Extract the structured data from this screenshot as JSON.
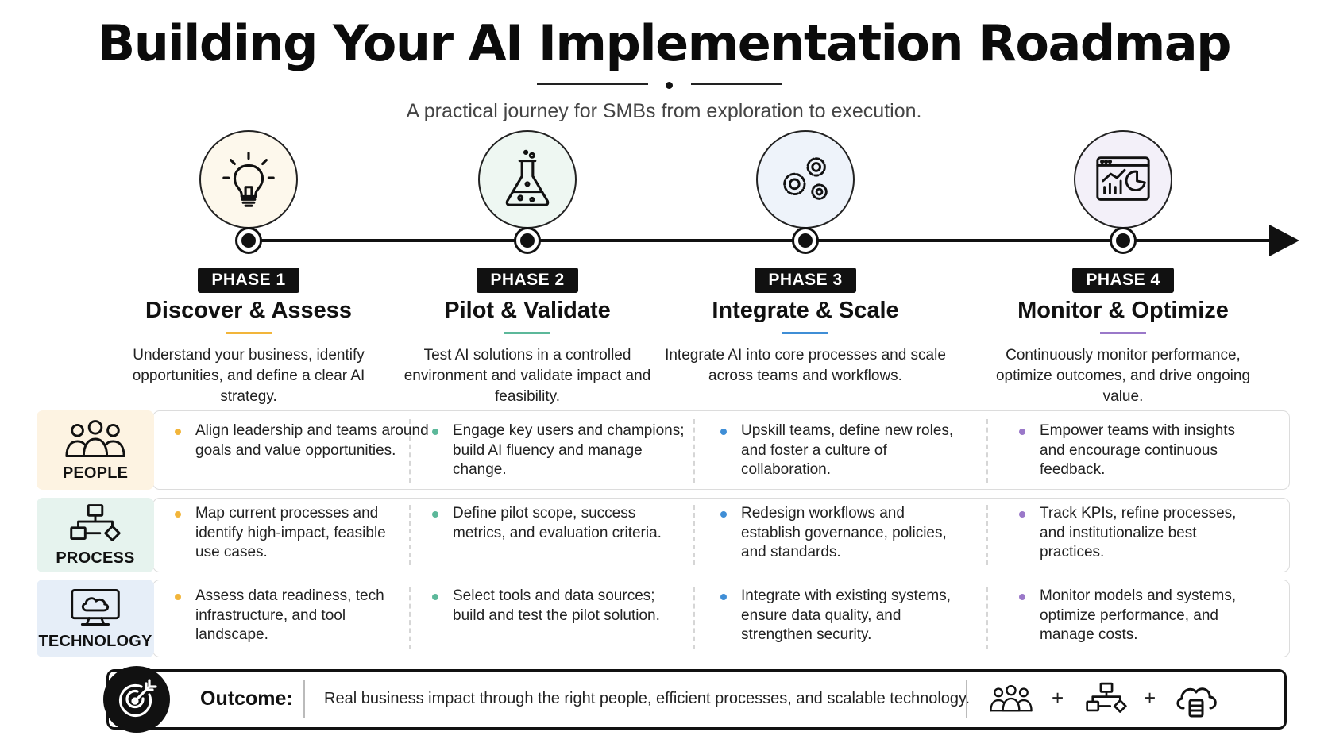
{
  "title": "Building Your AI Implementation Roadmap",
  "subtitle": "A practical journey for SMBs from exploration to execution.",
  "phases": [
    {
      "badge": "PHASE 1",
      "name": "Discover & Assess",
      "description": "Understand your business, identify opportunities, and define a clear AI strategy.",
      "icon": "lightbulb-icon",
      "accent": "#f2b53a",
      "circle_bg": "#fdf8ec",
      "people": "Align leadership and teams around goals and value opportunities.",
      "process": "Map current processes and identify high-impact, feasible use cases.",
      "technology": "Assess data readiness, tech infrastructure, and tool landscape."
    },
    {
      "badge": "PHASE 2",
      "name": "Pilot & Validate",
      "description": "Test AI solutions in a controlled environment and validate impact and feasibility.",
      "icon": "flask-icon",
      "accent": "#5cb89a",
      "circle_bg": "#eef7f2",
      "people": "Engage key users and champions; build AI fluency and manage change.",
      "process": "Define pilot scope, success metrics, and evaluation criteria.",
      "technology": "Select tools and data sources; build and test the pilot solution."
    },
    {
      "badge": "PHASE 3",
      "name": "Integrate & Scale",
      "description": "Integrate AI into core processes and scale across teams and workflows.",
      "icon": "gears-icon",
      "accent": "#3f8ed6",
      "circle_bg": "#eef3fa",
      "people": "Upskill teams, define new roles, and foster a culture of collaboration.",
      "process": "Redesign workflows and establish governance, policies, and standards.",
      "technology": "Integrate with existing systems, ensure data quality, and strengthen security."
    },
    {
      "badge": "PHASE 4",
      "name": "Monitor & Optimize",
      "description": "Continuously monitor performance, optimize outcomes, and drive ongoing value.",
      "icon": "dashboard-icon",
      "accent": "#9a78c9",
      "circle_bg": "#f3f0f9",
      "people": "Empower teams with insights and encourage continuous feedback.",
      "process": "Track KPIs, refine processes, and institutionalize best practices.",
      "technology": "Monitor models and systems, optimize performance, and manage costs."
    }
  ],
  "rows": [
    {
      "label": "PEOPLE",
      "icon": "people-icon",
      "bg": "#fdf3e2"
    },
    {
      "label": "PROCESS",
      "icon": "process-flow-icon",
      "bg": "#e6f3ee"
    },
    {
      "label": "TECHNOLOGY",
      "icon": "cloud-monitor-icon",
      "bg": "#e6eef8"
    }
  ],
  "outcome": {
    "label": "Outcome:",
    "text": "Real business impact through the right people, efficient processes, and scalable technology.",
    "plus": "+"
  }
}
